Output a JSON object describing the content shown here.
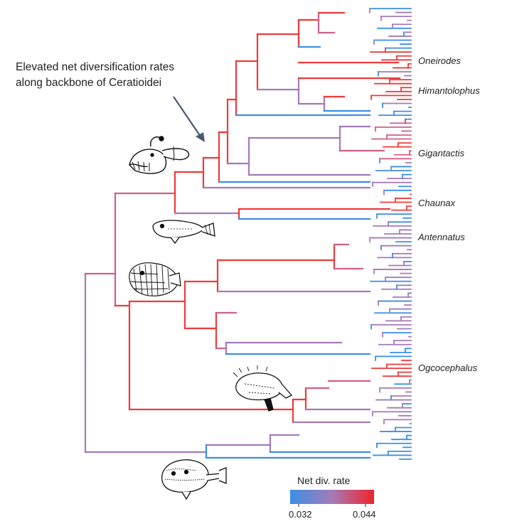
{
  "annotation": {
    "line1": "Elevated net diversification rates",
    "line2": "along backbone of Ceratioidei"
  },
  "taxa": [
    "Oneirodes",
    "Himantolophus",
    "Gigantactis",
    "Chaunax",
    "Antennatus",
    "Ogcocephalus"
  ],
  "legend": {
    "title": "Net div. rate",
    "min_label": "0.032",
    "max_label": "0.044",
    "min_value": 0.032,
    "max_value": 0.044,
    "low_color": "#3b8fe6",
    "mid_color": "#a57ab8",
    "high_color": "#f0242a"
  },
  "colors": {
    "low": "#3b8fe6",
    "mid": "#a57ab8",
    "midhigh": "#cf5f8d",
    "high": "#ee3b3b",
    "arrow": "#4a5a70"
  },
  "illustrations": [
    "anglerfish-icon",
    "chaunax-icon",
    "frogfish-icon",
    "batfish-icon",
    "goosefish-icon"
  ]
}
